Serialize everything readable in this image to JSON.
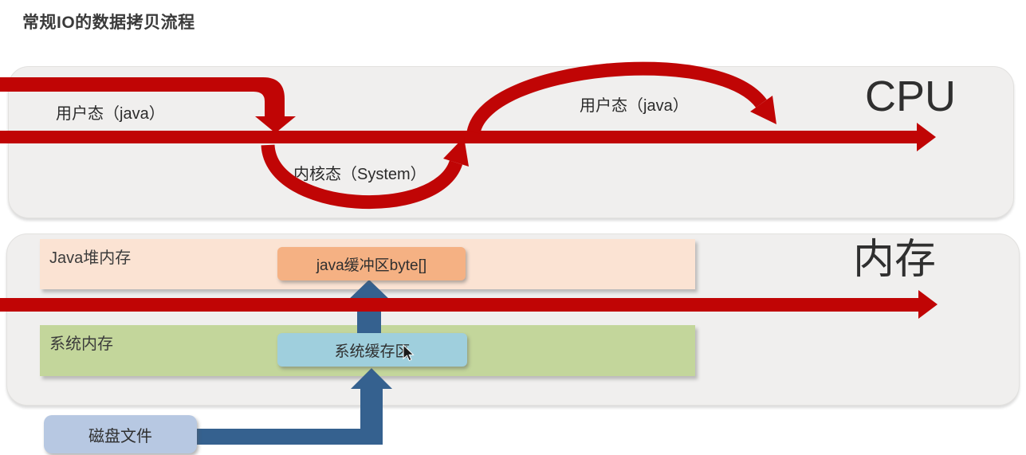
{
  "title": "常规IO的数据拷贝流程",
  "cpu_section": {
    "heading": "CPU",
    "user_mode_label_1": "用户态（java）",
    "kernel_mode_label": "内核态（System）",
    "user_mode_label_2": "用户态（java）"
  },
  "memory_section": {
    "heading": "内存",
    "java_heap_label": "Java堆内存",
    "java_buffer_label": "java缓冲区byte[]",
    "system_memory_label": "系统内存",
    "system_cache_label": "系统缓存区"
  },
  "disk": {
    "label": "磁盘文件"
  },
  "colors": {
    "red": "#c00505",
    "blue": "#35618f",
    "panel_bg": "#f0efee",
    "peach_band": "#fbe3d3",
    "orange_box": "#f5b183",
    "green_band": "#c3d69b",
    "cyan_box": "#9fcfdd",
    "disk_box": "#b7c8e2",
    "text_dark": "#2b2b2b"
  }
}
